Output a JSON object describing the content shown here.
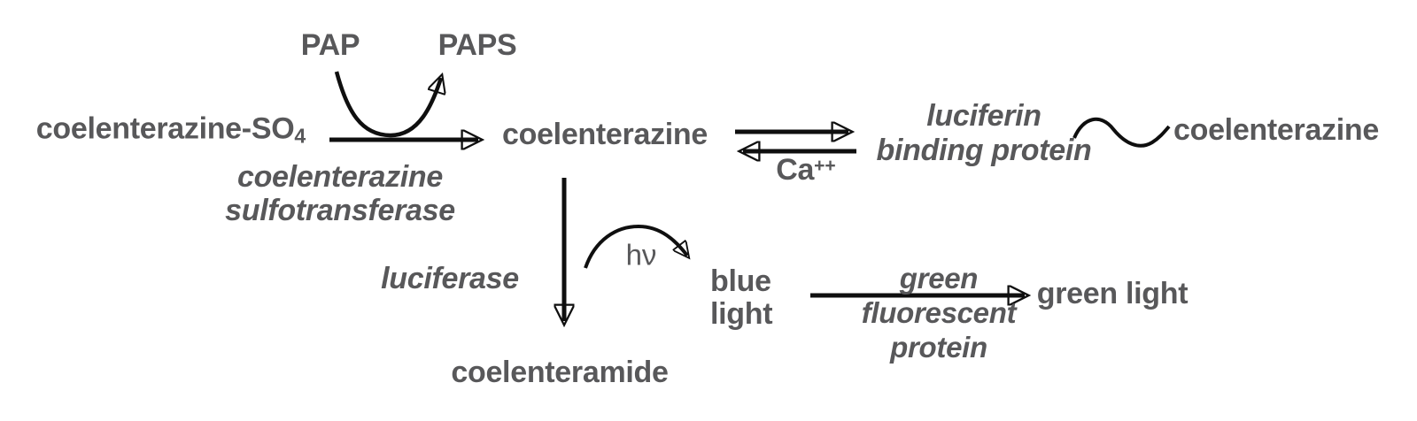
{
  "diagram": {
    "background": "#ffffff",
    "text_color": "#58585a",
    "arrow_color": "#0f0f0f",
    "description": "coelenterazine bioluminescence pathway",
    "molecules": {
      "coelenterazine_so4_base": "coelenterazine-SO",
      "coelenterazine_so4_sub": "4",
      "pap": "PAP",
      "paps": "PAPS",
      "coelenterazine": "coelenterazine",
      "coelenterazine_bound": "coelenterazine",
      "coelenteramide": "coelenteramide",
      "blue_light_line1": "blue",
      "blue_light_line2": "light",
      "green_light": "green light"
    },
    "enzymes": {
      "sulfotransferase_line1": "coelenterazine",
      "sulfotransferase_line2": "sulfotransferase",
      "luciferin_binding_protein_line1": "luciferin",
      "luciferin_binding_protein_line2": "binding protein",
      "luciferase": "luciferase",
      "gfp_line1": "green",
      "gfp_line2": "fluorescent",
      "gfp_line3": "protein"
    },
    "labels": {
      "calcium_base": "Ca",
      "calcium_sup": "++",
      "photon": "hν"
    }
  }
}
